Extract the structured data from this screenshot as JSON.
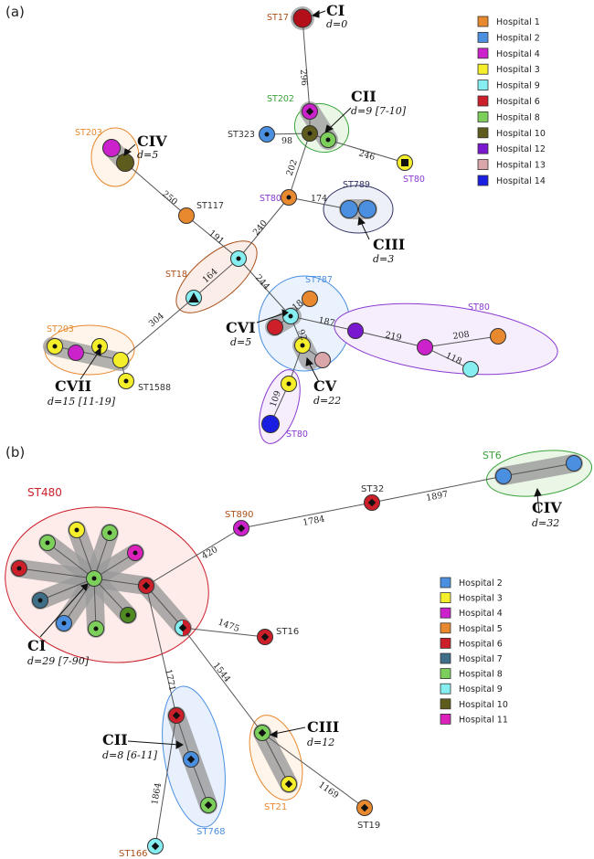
{
  "panels": {
    "a": {
      "label": "(a)"
    },
    "b": {
      "label": "(b)"
    }
  },
  "colors": {
    "Hospital 1": "#e8892f",
    "Hospital 2": "#4a8fe0",
    "Hospital 3": "#f5ee2a",
    "Hospital 4": "#cc22cc",
    "Hospital 5": "#e8892f",
    "Hospital 6": "#cc1f2a",
    "Hospital 7": "#3f6e88",
    "Hospital 8": "#7ccf5a",
    "Hospital 9": "#86eef0",
    "Hospital 10": "#5e5c1c",
    "Hospital 11": "#dd22bb",
    "Hospital 12": "#7a18d0",
    "Hospital 13": "#d9a6aa",
    "Hospital 14": "#1a1ee0"
  },
  "legend_a": [
    "Hospital 1",
    "Hospital 2",
    "Hospital 4",
    "Hospital 3",
    "Hospital 9",
    "Hospital 6",
    "Hospital 8",
    "Hospital 10",
    "Hospital 12",
    "Hospital 13",
    "Hospital 14"
  ],
  "legend_b": [
    "Hospital 2",
    "Hospital 3",
    "Hospital 4",
    "Hospital 5",
    "Hospital 6",
    "Hospital 7",
    "Hospital 8",
    "Hospital 9",
    "Hospital 10",
    "Hospital 11"
  ],
  "st_labels": {
    "a": [
      {
        "text": "ST17",
        "color": "#a8501a"
      },
      {
        "text": "ST202",
        "color": "#3aa33a"
      },
      {
        "text": "ST323",
        "color": "#333333"
      },
      {
        "text": "ST80",
        "color": "#8a3ad0"
      },
      {
        "text": "ST203",
        "color": "#e8892f"
      },
      {
        "text": "ST117",
        "color": "#333333"
      },
      {
        "text": "ST80",
        "color": "#8a3ad0"
      },
      {
        "text": "ST789",
        "color": "#333366"
      },
      {
        "text": "ST18",
        "color": "#a8501a"
      },
      {
        "text": "ST787",
        "color": "#4a8fe0"
      },
      {
        "text": "ST80",
        "color": "#8a3ad0"
      },
      {
        "text": "ST203",
        "color": "#e8892f"
      },
      {
        "text": "ST1588",
        "color": "#333333"
      },
      {
        "text": "ST80",
        "color": "#8a3ad0"
      }
    ],
    "b": [
      {
        "text": "ST480",
        "color": "#cc1f2a"
      },
      {
        "text": "ST890",
        "color": "#a8501a"
      },
      {
        "text": "ST32",
        "color": "#333333"
      },
      {
        "text": "ST6",
        "color": "#3aa33a"
      },
      {
        "text": "ST16",
        "color": "#333333"
      },
      {
        "text": "ST21",
        "color": "#e8892f"
      },
      {
        "text": "ST19",
        "color": "#333333"
      },
      {
        "text": "ST768",
        "color": "#4a8fe0"
      },
      {
        "text": "ST166",
        "color": "#a8501a"
      }
    ]
  },
  "edge_labels": {
    "a": [
      "296",
      "98",
      "246",
      "202",
      "174",
      "250",
      "191",
      "240",
      "164",
      "244",
      "304",
      "18",
      "187",
      "92",
      "219",
      "208",
      "118",
      "109"
    ],
    "b": [
      "420",
      "1784",
      "1897",
      "1475",
      "1771",
      "1544",
      "1169",
      "1864"
    ]
  },
  "clusters": {
    "a": [
      {
        "name": "CI",
        "d": "d=0"
      },
      {
        "name": "CII",
        "d": "d=9 [7-10]"
      },
      {
        "name": "CIV",
        "d": "d=5"
      },
      {
        "name": "CIII",
        "d": "d=3"
      },
      {
        "name": "CVI",
        "d": "d=5"
      },
      {
        "name": "CV",
        "d": "d=22"
      },
      {
        "name": "CVII",
        "d": "d=15 [11-19]"
      }
    ],
    "b": [
      {
        "name": "CIV",
        "d": "d=32"
      },
      {
        "name": "CI",
        "d": "d=29 [7-90]"
      },
      {
        "name": "CII",
        "d": "d=8 [6-11]"
      },
      {
        "name": "CIII",
        "d": "d=12"
      }
    ]
  }
}
